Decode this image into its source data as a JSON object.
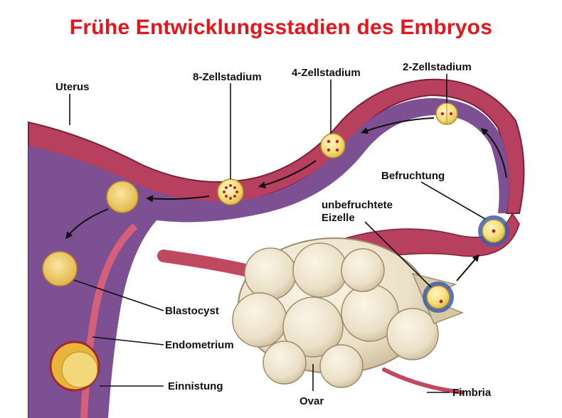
{
  "title": "Frühe Entwicklungsstadien des Embryos",
  "labels": {
    "uterus": "Uterus",
    "stage8": "8-Zellstadium",
    "stage4": "4-Zellstadium",
    "stage2": "2-Zellstadium",
    "fertilization": "Befruchtung",
    "unfertilized_line1": "unbefruchtete",
    "unfertilized_line2": "Eizelle",
    "blastocyst": "Blastocyst",
    "endometrium": "Endometrium",
    "implantation": "Einnistung",
    "ovary": "Ovar",
    "fimbria": "Fimbria"
  },
  "colors": {
    "title": "#e8141b",
    "tissue": "#a83a56",
    "lumen": "#7d4f93",
    "cell": "#f4df7a",
    "ovary": "#ebe0c8"
  }
}
